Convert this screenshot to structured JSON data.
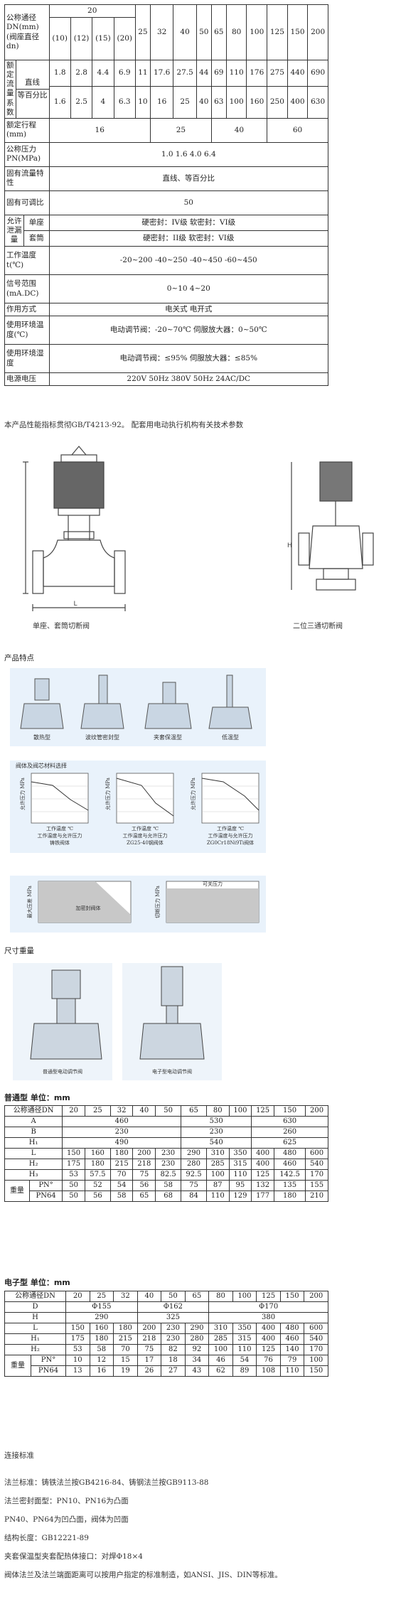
{
  "spec": {
    "dn_label": "公称通径DN(mm)(阀座直径dn)",
    "dn20": "20",
    "sub": [
      "(10)",
      "(12)",
      "(15)",
      "(20)"
    ],
    "dns": [
      "25",
      "32",
      "40",
      "50",
      "65",
      "80",
      "100",
      "125",
      "150",
      "200"
    ],
    "kv_label": "额定流量系数",
    "straight": "直线",
    "eqpct": "等百分比",
    "kv_lin": [
      "1.8",
      "2.8",
      "4.4",
      "6.9",
      "11",
      "17.6",
      "27.5",
      "44",
      "69",
      "110",
      "176",
      "275",
      "440",
      "690"
    ],
    "kv_eq": [
      "1.6",
      "2.5",
      "4",
      "6.3",
      "10",
      "16",
      "25",
      "40",
      "63",
      "100",
      "160",
      "250",
      "400",
      "630"
    ],
    "stroke_label": "额定行程(mm)",
    "stroke": [
      "16",
      "25",
      "40",
      "60"
    ],
    "pn_label": "公称压力PN(MPa)",
    "pn": "1.0 1.6 4.0 6.4",
    "flow_char_label": "固有流量特性",
    "flow_char": "直线、等百分比",
    "range_label": "固有可调比",
    "range": "50",
    "leak_label": "允许泄漏量",
    "single_seat": "单座",
    "sleeve": "套筒",
    "leak_single": "硬密封：IV级 软密封：VI级",
    "leak_sleeve": "硬密封：II级 软密封：VI级",
    "temp_label": "工作温度t(℃)",
    "temp": "-20~200 -40~250 -40~450 -60~450",
    "signal_label": "信号范围(mA.DC)",
    "signal": "0~10 4~20",
    "action_label": "作用方式",
    "action": "电关式 电开式",
    "ambt_label": "使用环境温度(℃)",
    "ambt": "电动调节阀：-20~70℃ 伺服放大器：0~50℃",
    "ambh_label": "使用环境湿度",
    "ambh": "电动调节阀：≤95% 伺服放大器：≤85%",
    "power_label": "电源电压",
    "power": "220V 50Hz 380V 50Hz 24AC/DC"
  },
  "note1": "本产品性能指标贯彻GB/T4213-92。 配套用电动执行机构有关技术参数",
  "cap_single": "单座、套筒切断阀",
  "cap_3way": "二位三通切断阀",
  "features_title": "产品特点",
  "feat_caps": [
    "散热型",
    "波纹管密封型",
    "夹套保温型",
    "低温型"
  ],
  "chart_title": "阀体及阀芯材料选择",
  "chart_caps": [
    "工作温度 ℃",
    "工作温度 ℃",
    "工作温度 ℃"
  ],
  "chart_sub": [
    "工作温度与允许压力",
    "工作温度与允许压力",
    "工作温度与允许压力"
  ],
  "chart_sub2": [
    "铸铁阀体",
    "ZG25-40钢阀体",
    "ZG0Cr18Ni9Ti阀体"
  ],
  "chart_ylab": "允许压力 MPa",
  "chart2_label": "加密封阀体",
  "chart2_label2": "可关压力",
  "chart2_ylab": "最大压差 MPa",
  "chart2_ylab2": "切断压力 MPa",
  "dims_title": "尺寸重量",
  "dims_caps": [
    "普通型电动调节阀",
    "电子型电动调节阀"
  ],
  "t1_title": "普通型 单位：mm",
  "t2_title": "电子型 单位：mm",
  "dim_hdr": [
    "公称通径DN",
    "20",
    "25",
    "32",
    "40",
    "50",
    "65",
    "80",
    "100",
    "125",
    "150",
    "200"
  ],
  "t1": {
    "A": [
      "460",
      "530",
      "630"
    ],
    "B": [
      "230",
      "230",
      "260"
    ],
    "H1": [
      "490",
      "540",
      "625"
    ],
    "L": [
      "150",
      "160",
      "180",
      "200",
      "230",
      "290",
      "310",
      "350",
      "400",
      "480",
      "600"
    ],
    "H2": [
      "175",
      "180",
      "215",
      "218",
      "230",
      "280",
      "285",
      "315",
      "400",
      "460",
      "540"
    ],
    "H3": [
      "53",
      "57.5",
      "70",
      "75",
      "82.5",
      "92.5",
      "100",
      "110",
      "125",
      "142.5",
      "170"
    ],
    "PN_a": [
      "50",
      "52",
      "54",
      "56",
      "58",
      "75",
      "87",
      "95",
      "132",
      "135",
      "155"
    ],
    "PN_b": [
      "50",
      "56",
      "58",
      "65",
      "68",
      "84",
      "110",
      "129",
      "177",
      "180",
      "210"
    ]
  },
  "t2": {
    "D": [
      "Φ155",
      "Φ162",
      "Φ170"
    ],
    "H": [
      "290",
      "325",
      "380"
    ],
    "L": [
      "150",
      "160",
      "180",
      "200",
      "230",
      "290",
      "310",
      "350",
      "400",
      "480",
      "600"
    ],
    "H1": [
      "175",
      "180",
      "215",
      "218",
      "230",
      "280",
      "285",
      "315",
      "400",
      "460",
      "540"
    ],
    "H2": [
      "53",
      "58",
      "70",
      "75",
      "82",
      "92",
      "100",
      "110",
      "125",
      "140",
      "170"
    ],
    "PN_a": [
      "10",
      "12",
      "15",
      "17",
      "18",
      "34",
      "46",
      "54",
      "76",
      "79",
      "100"
    ],
    "PN_b": [
      "13",
      "16",
      "19",
      "26",
      "27",
      "43",
      "62",
      "89",
      "108",
      "110",
      "150"
    ]
  },
  "lbl": {
    "A": "A",
    "B": "B",
    "H1": "H₁",
    "L": "L",
    "H2": "H₂",
    "H3": "H₃",
    "D": "D",
    "H": "H",
    "weight": "重量",
    "PN1": "PN°",
    "PN64": "PN64"
  },
  "std_title": "连接标准",
  "std": [
    "法兰标准：铸铁法兰按GB4216-84、铸钢法兰按GB9113-88",
    "法兰密封面型：PN10、PN16为凸面",
    "PN40、PN64为凹凸面，阀体为凹面",
    "结构长度：GB12221-89",
    "夹套保温型夹套配热体接口：对焊Φ18×4",
    "阀体法兰及法兰端面距离可以按用户指定的标准制造，如ANSI、JIS、DIN等标准。"
  ]
}
